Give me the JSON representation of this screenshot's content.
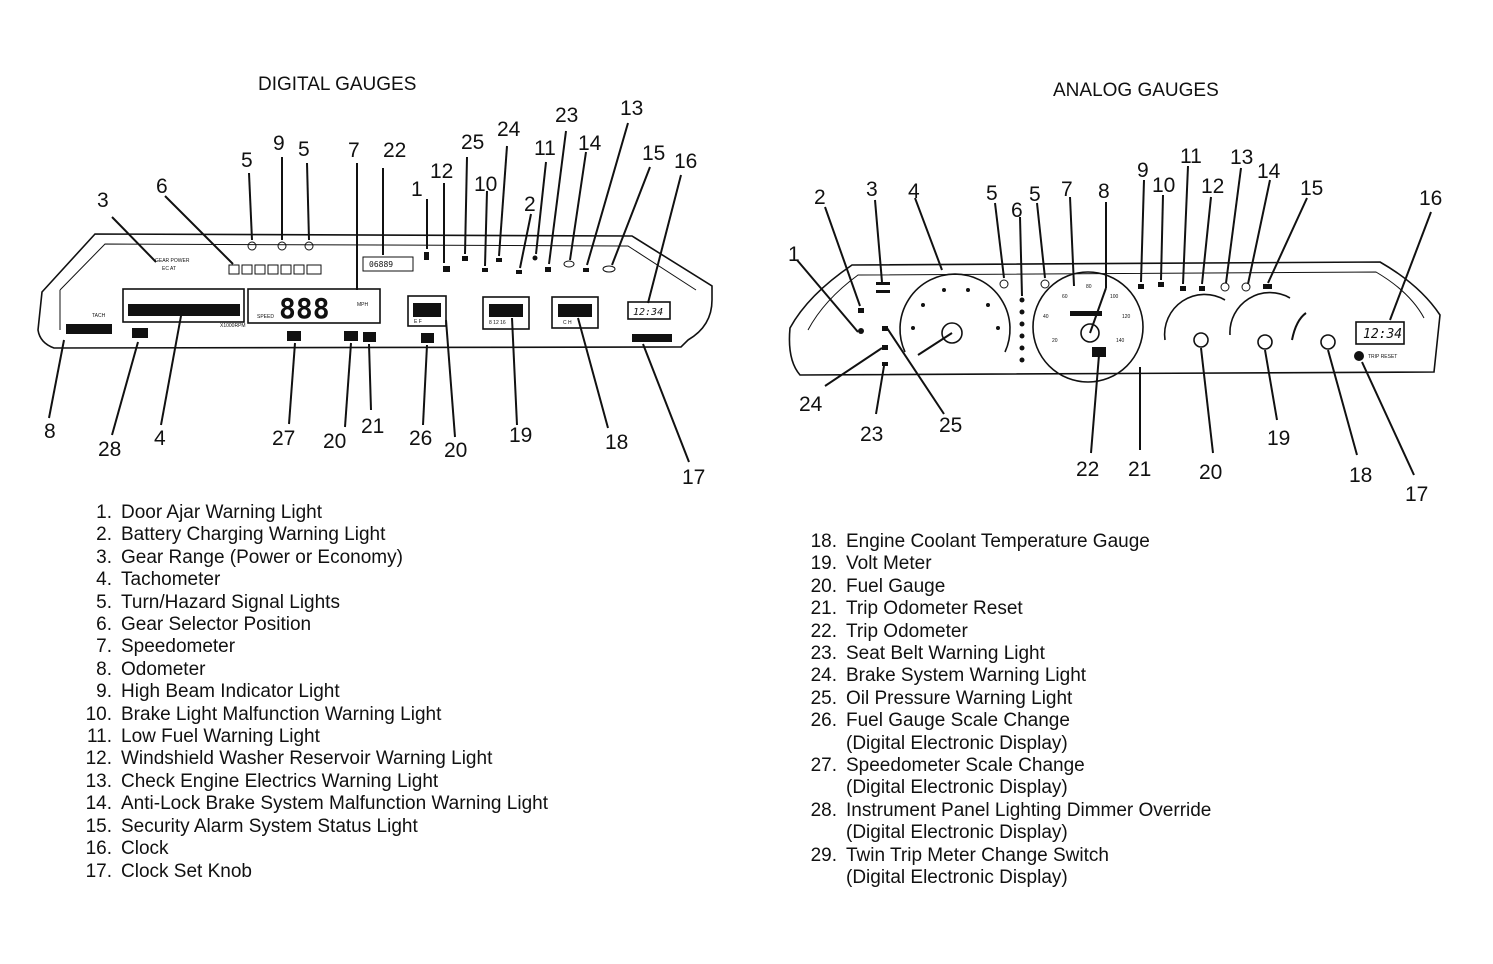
{
  "titles": {
    "digital": "DIGITAL GAUGES",
    "analog": "ANALOG GAUGES"
  },
  "digital_panel": {
    "callouts": [
      "1",
      "2",
      "3",
      "4",
      "5",
      "5",
      "6",
      "7",
      "8",
      "9",
      "10",
      "11",
      "12",
      "13",
      "14",
      "15",
      "16",
      "17",
      "18",
      "19",
      "20",
      "20",
      "21",
      "22",
      "23",
      "24",
      "25",
      "26",
      "27",
      "28"
    ],
    "small_text": {
      "mode": "GEAR POWER",
      "mode_sub": "EC AT",
      "tach": "TACH",
      "speed": "SPEED",
      "speed_digits": "888",
      "mph": "MPH",
      "odo": "06889",
      "tach_unit": "X1000RPM",
      "fuel": "E F",
      "volts": "8 12 16",
      "temp": "C H",
      "clock": "12:34"
    }
  },
  "analog_panel": {
    "callouts": [
      "1",
      "2",
      "3",
      "4",
      "5",
      "5",
      "6",
      "7",
      "8",
      "9",
      "10",
      "11",
      "12",
      "13",
      "14",
      "15",
      "16",
      "17",
      "18",
      "19",
      "20",
      "21",
      "22",
      "23",
      "24",
      "25"
    ],
    "small_text": {
      "clock": "12:34",
      "speedo_ticks": [
        "20",
        "40",
        "60",
        "80",
        "100",
        "120",
        "140"
      ],
      "reset": "TRIP RESET"
    }
  },
  "legend_left": [
    {
      "num": "1.",
      "text": "Door Ajar Warning Light"
    },
    {
      "num": "2.",
      "text": "Battery Charging Warning Light"
    },
    {
      "num": "3.",
      "text": "Gear Range (Power or Economy)"
    },
    {
      "num": "4.",
      "text": "Tachometer"
    },
    {
      "num": "5.",
      "text": "Turn/Hazard Signal Lights"
    },
    {
      "num": "6.",
      "text": "Gear Selector Position"
    },
    {
      "num": "7.",
      "text": "Speedometer"
    },
    {
      "num": "8.",
      "text": "Odometer"
    },
    {
      "num": "9.",
      "text": "High Beam Indicator Light"
    },
    {
      "num": "10.",
      "text": "Brake Light Malfunction Warning Light"
    },
    {
      "num": "11.",
      "text": "Low Fuel Warning Light"
    },
    {
      "num": "12.",
      "text": "Windshield Washer Reservoir Warning Light"
    },
    {
      "num": "13.",
      "text": "Check Engine Electrics Warning Light"
    },
    {
      "num": "14.",
      "text": "Anti-Lock Brake System Malfunction Warning Light"
    },
    {
      "num": "15.",
      "text": "Security Alarm System Status Light"
    },
    {
      "num": "16.",
      "text": "Clock"
    },
    {
      "num": "17.",
      "text": "Clock Set Knob"
    }
  ],
  "legend_right": [
    {
      "num": "18.",
      "text": "Engine Coolant Temperature Gauge"
    },
    {
      "num": "19.",
      "text": "Volt Meter"
    },
    {
      "num": "20.",
      "text": "Fuel Gauge"
    },
    {
      "num": "21.",
      "text": "Trip Odometer Reset"
    },
    {
      "num": "22.",
      "text": "Trip Odometer"
    },
    {
      "num": "23.",
      "text": "Seat Belt Warning Light"
    },
    {
      "num": "24.",
      "text": "Brake System Warning Light"
    },
    {
      "num": "25.",
      "text": "Oil Pressure Warning Light"
    },
    {
      "num": "26.",
      "text": "Fuel Gauge Scale Change",
      "sub": "(Digital Electronic Display)"
    },
    {
      "num": "27.",
      "text": "Speedometer Scale Change",
      "sub": "(Digital Electronic Display)"
    },
    {
      "num": "28.",
      "text": "Instrument Panel Lighting Dimmer Override",
      "sub": "(Digital Electronic Display)"
    },
    {
      "num": "29.",
      "text": "Twin Trip Meter Change Switch",
      "sub": "(Digital Electronic Display)"
    }
  ]
}
